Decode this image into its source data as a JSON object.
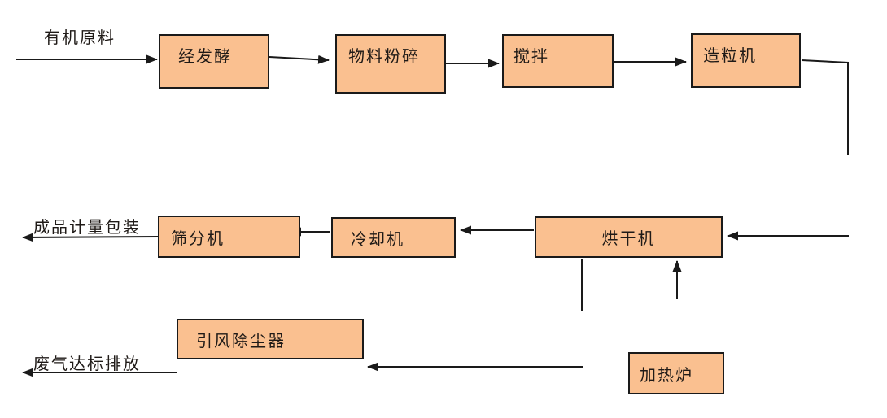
{
  "theme": {
    "bg": "#ffffff",
    "box_fill": "#FAC090",
    "box_border": "#1a1a1a",
    "line_color": "#1a1a1a",
    "text_color": "#1f1a17"
  },
  "diagram": {
    "type": "process-flowchart",
    "boxes": [
      {
        "id": "fermentation",
        "label": "经发酵"
      },
      {
        "id": "crushing",
        "label": "物料粉碎"
      },
      {
        "id": "mixing",
        "label": "搅拌"
      },
      {
        "id": "granulator",
        "label": "造粒机"
      },
      {
        "id": "dryer",
        "label": "烘干机"
      },
      {
        "id": "cooler",
        "label": "冷却机"
      },
      {
        "id": "screener",
        "label": "筛分机"
      },
      {
        "id": "dust-collector",
        "label": "引风除尘器"
      },
      {
        "id": "furnace",
        "label": "加热炉"
      }
    ],
    "labels": [
      {
        "id": "input",
        "text": "有机原料"
      },
      {
        "id": "output",
        "text": "成品计量包装"
      },
      {
        "id": "exhaust",
        "text": "废气达标排放"
      }
    ]
  }
}
